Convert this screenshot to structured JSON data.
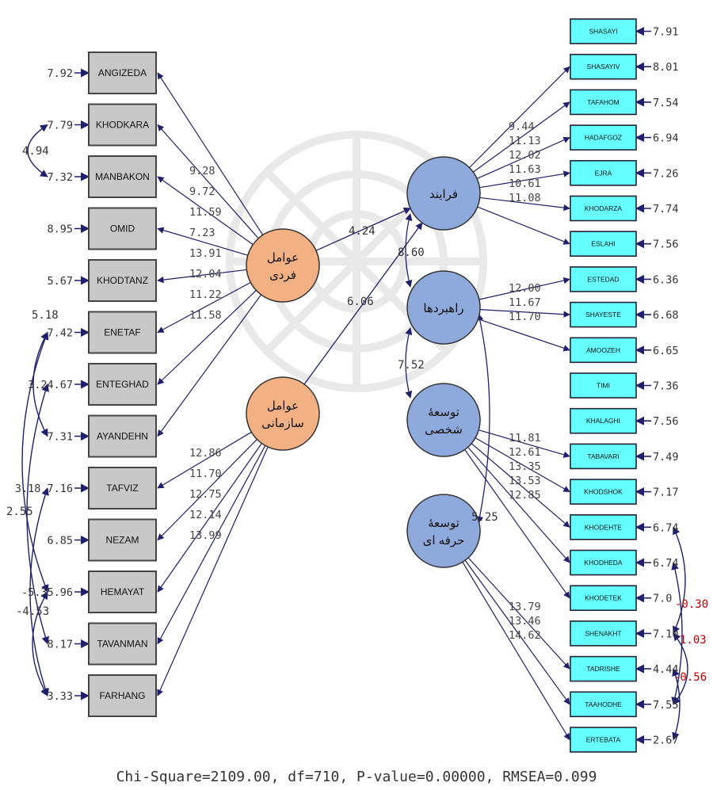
{
  "colors": {
    "left_box_fill": "#c8c8c8",
    "right_box_fill": "#66ffff",
    "exogenous_fill": "#f3b183",
    "endogenous_fill": "#8ea9db",
    "arrow": "#1f1f6b",
    "negative_correlation": "#c00000"
  },
  "latent_exogenous": [
    {
      "id": "ind",
      "label_lines": [
        "عوامل",
        "فردی"
      ]
    },
    {
      "id": "org",
      "label_lines": [
        "عوامل",
        "سازمانی"
      ]
    }
  ],
  "latent_endogenous": [
    {
      "id": "proc",
      "label_lines": [
        "فرایند"
      ]
    },
    {
      "id": "strat",
      "label_lines": [
        "راهبردها"
      ]
    },
    {
      "id": "pers",
      "label_lines": [
        "توسعهٔ",
        "شخصی"
      ]
    },
    {
      "id": "prof",
      "label_lines": [
        "توسعهٔ",
        "حرفه ای"
      ]
    }
  ],
  "left_indicators": [
    {
      "name": "ANGIZEDA",
      "error": "7.92",
      "loading": "9.28",
      "factor": "ind"
    },
    {
      "name": "KHODKARA",
      "error": "7.79",
      "loading": "9.72",
      "factor": "ind"
    },
    {
      "name": "MANBAKON",
      "error": "7.32",
      "loading": "11.59",
      "factor": "ind"
    },
    {
      "name": "OMID",
      "error": "8.95",
      "loading": "7.23",
      "factor": "ind"
    },
    {
      "name": "KHODTANZ",
      "error": "5.67",
      "loading": "13.91",
      "factor": "ind"
    },
    {
      "name": "ENETAF",
      "error": "7.42",
      "loading": "12.04",
      "factor": "ind"
    },
    {
      "name": "ENTEGHAD",
      "error": "3.24.67",
      "loading": "11.22",
      "factor": "ind"
    },
    {
      "name": "AYANDEHN",
      "error": "7.31",
      "loading": "11.58",
      "factor": "ind"
    },
    {
      "name": "TAFVIZ",
      "error": "3.18  7.16",
      "loading": "12.86",
      "factor": "org"
    },
    {
      "name": "NEZAM",
      "error": "6.85",
      "loading": "11.70",
      "factor": "org"
    },
    {
      "name": "HEMAYAT",
      "error": "-5.35.96",
      "loading": "12.75",
      "factor": "org"
    },
    {
      "name": "TAVANMAN",
      "error": "8.17",
      "loading": "12.14",
      "factor": "org"
    },
    {
      "name": "FARHANG",
      "error": "3.33",
      "loading": "13.99",
      "factor": "org"
    }
  ],
  "left_correlations": [
    "4.94",
    "5.18",
    "2.55",
    "-4.53"
  ],
  "right_indicators": [
    {
      "name": "SHASAYI",
      "error": "7.91",
      "loading": "",
      "factor": ""
    },
    {
      "name": "SHASAYIV",
      "error": "8.01",
      "loading": "9.44",
      "factor": "proc"
    },
    {
      "name": "TAFAHOM",
      "error": "7.54",
      "loading": "11.13",
      "factor": "proc"
    },
    {
      "name": "HADAFGOZ",
      "error": "6.94",
      "loading": "12.02",
      "factor": "proc"
    },
    {
      "name": "EJRA",
      "error": "7.26",
      "loading": "11.63",
      "factor": "proc"
    },
    {
      "name": "KHODARZA",
      "error": "7.74",
      "loading": "10.61",
      "factor": "proc"
    },
    {
      "name": "ESLAHI",
      "error": "7.56",
      "loading": "11.08",
      "factor": "proc"
    },
    {
      "name": "ESTEDAD",
      "error": "6.36",
      "loading": "12.00",
      "factor": "strat"
    },
    {
      "name": "SHAYESTE",
      "error": "6.68",
      "loading": "11.67",
      "factor": "strat"
    },
    {
      "name": "AMOOZEH",
      "error": "6.65",
      "loading": "11.70",
      "factor": "strat"
    },
    {
      "name": "TIMI",
      "error": "7.36",
      "loading": "",
      "factor": ""
    },
    {
      "name": "KHALAGHI",
      "error": "7.56",
      "loading": "",
      "factor": ""
    },
    {
      "name": "TABAVARI",
      "error": "7.49",
      "loading": "11.81",
      "factor": "pers"
    },
    {
      "name": "KHODSHOK",
      "error": "7.17",
      "loading": "12.61",
      "factor": "pers"
    },
    {
      "name": "KHODEHTE",
      "error": "6.74",
      "loading": "13.35",
      "factor": "pers"
    },
    {
      "name": "KHODHEDA",
      "error": "6.74",
      "loading": "13.53",
      "factor": "pers"
    },
    {
      "name": "KHODETEK",
      "error": "7.0",
      "loading": "12.85",
      "factor": "pers"
    },
    {
      "name": "SHENAKHT",
      "error": "7.10",
      "loading": "",
      "factor": ""
    },
    {
      "name": "TADRISHE",
      "error": "4.44",
      "loading": "13.79",
      "factor": "prof"
    },
    {
      "name": "TAAHODHE",
      "error": "7.55",
      "loading": "13.46",
      "factor": "prof"
    },
    {
      "name": "ERTEBATA",
      "error": "2.67",
      "loading": "14.62",
      "factor": "prof"
    }
  ],
  "right_correlations": [
    "-0.30",
    "1.03",
    "-0.56"
  ],
  "structural_paths": [
    {
      "from": "ind",
      "to": "proc",
      "value": "4.24"
    },
    {
      "from": "org",
      "to": "proc",
      "value": "6.06"
    }
  ],
  "latent_correlations": [
    "8.60",
    "7.52",
    "5.25"
  ],
  "fit_statistics": "Chi-Square=2109.00, df=710, P-value=0.00000, RMSEA=0.099"
}
